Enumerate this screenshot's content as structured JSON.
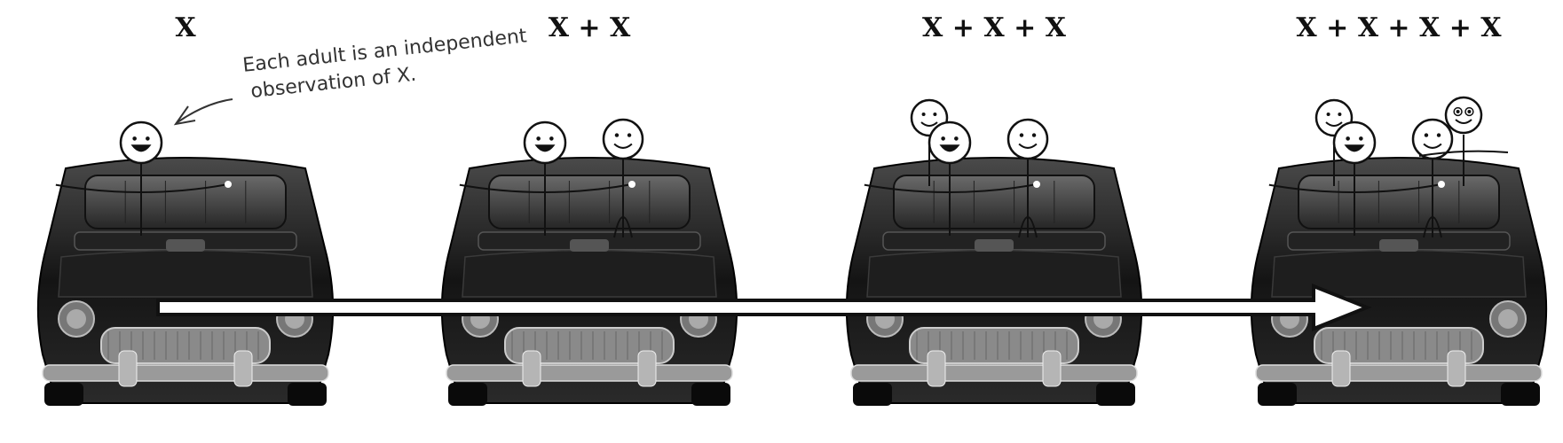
{
  "labels": [
    "X",
    "X + X",
    "X + X + X",
    "X + X + X + X"
  ],
  "annotation": {
    "line1": "Each adult is an independent",
    "line2": "observation of X."
  },
  "scenes": [
    {
      "label": "X",
      "adults": 1
    },
    {
      "label": "X + X",
      "adults": 2
    },
    {
      "label": "X + X + X",
      "adults": 3
    },
    {
      "label": "X + X + X + X",
      "adults": 4
    }
  ],
  "colors": {
    "car": "#1a1a1a",
    "seat": "#3a3a3a",
    "chrome": "#9a9a9a",
    "arrow": "#111111"
  }
}
